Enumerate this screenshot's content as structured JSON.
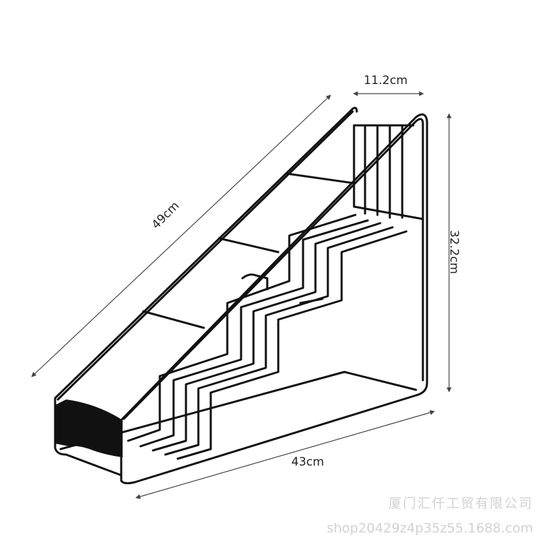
{
  "dimensions": {
    "top": "11.2cm",
    "diagonal": "49cm",
    "height": "32.2cm",
    "bottom": "43cm"
  },
  "watermark": {
    "company": "厦门汇仟工贸有限公司",
    "shop": "shop20429z4p35z55.1688.com"
  },
  "colors": {
    "wire": "#111111",
    "dimension_line": "#444444",
    "watermark": "#d2d2d2"
  }
}
